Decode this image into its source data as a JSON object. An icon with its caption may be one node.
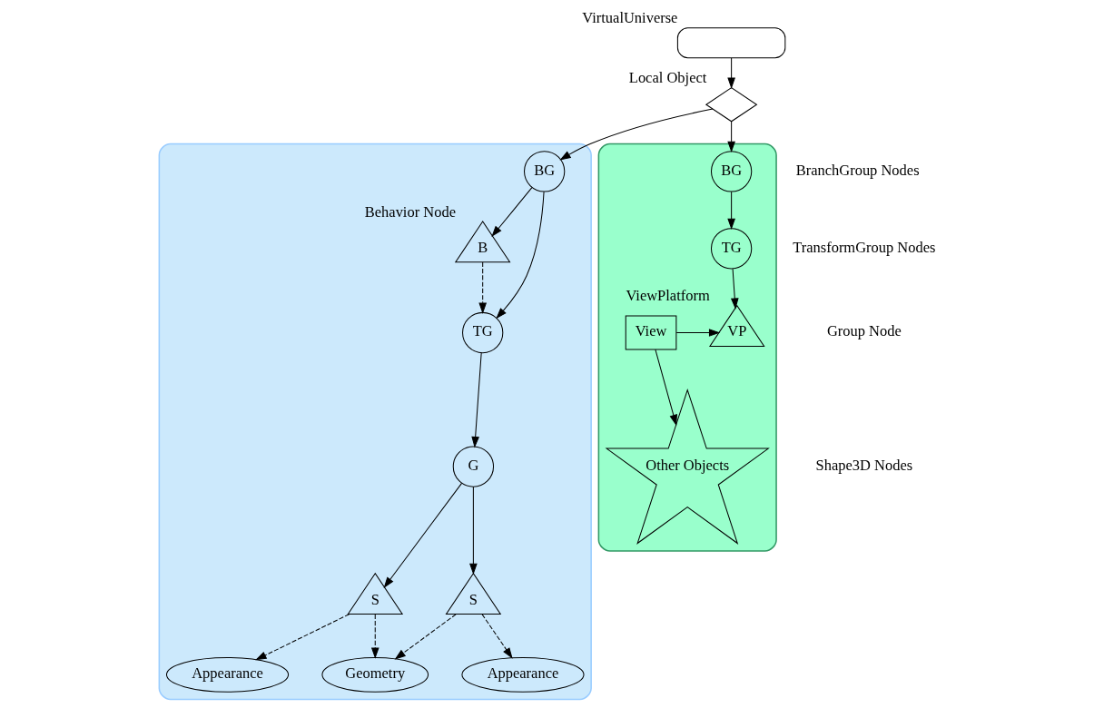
{
  "diagram": {
    "nodes": [
      {
        "text": [],
        "shape": "box",
        "beside": [
          "VirtualUniverse"
        ]
      },
      {
        "text": [],
        "shape": "diamond",
        "beside": [
          "Local Object"
        ]
      },
      {
        "text": [],
        "shape": "cloud"
      },
      {
        "text": [
          "BG"
        ],
        "in": 2
      },
      {
        "text": [
          "B"
        ],
        "in": 2,
        "beside": [
          "Behavior Node"
        ]
      },
      {
        "text": [
          "TG"
        ],
        "in": 2
      },
      {
        "text": [
          "G"
        ],
        "in": 2
      },
      {
        "text": [
          "S"
        ],
        "in": 2
      },
      {
        "text": [
          "S"
        ],
        "in": 2
      },
      {
        "text": [
          "Appearance"
        ],
        "in": 2
      },
      {
        "text": [
          "Geometry"
        ],
        "in": 2
      },
      {
        "text": [
          "Appearance"
        ],
        "in": 2
      },
      {
        "text": [],
        "shape": "cloud"
      },
      {
        "text": [
          "BG"
        ],
        "in": 12
      },
      {
        "text": [
          "TG"
        ],
        "in": 12
      },
      {
        "text": [
          "VP"
        ],
        "in": 12,
        "beside": [
          "ViewPlatform"
        ]
      },
      {
        "text": [
          "View"
        ],
        "in": 12
      },
      {
        "text": [
          "Other Objects"
        ],
        "in": 12
      }
    ],
    "edges": [
      {
        "from": 0,
        "to": 1,
        "arrow": "to"
      },
      {
        "from": 1,
        "to": 3,
        "arrow": "to"
      },
      {
        "from": 1,
        "to": 13,
        "arrow": "to"
      },
      {
        "from": 3,
        "to": 4,
        "arrow": "to"
      },
      {
        "from": 3,
        "to": 5,
        "arrow": "to"
      },
      {
        "from": 4,
        "to": 5,
        "arrow": "to",
        "style": "dashed"
      },
      {
        "from": 5,
        "to": 6,
        "arrow": "to"
      },
      {
        "from": 6,
        "to": 7,
        "arrow": "to"
      },
      {
        "from": 6,
        "to": 8,
        "arrow": "to"
      },
      {
        "from": 7,
        "to": 9,
        "arrow": "to",
        "style": "dashed"
      },
      {
        "from": 7,
        "to": 10,
        "arrow": "to",
        "style": "dashed"
      },
      {
        "from": 8,
        "to": 10,
        "arrow": "to",
        "style": "dashed"
      },
      {
        "from": 8,
        "to": 11,
        "arrow": "to",
        "style": "dashed"
      },
      {
        "from": 13,
        "to": 14,
        "arrow": "to"
      },
      {
        "from": 14,
        "to": 15,
        "arrow": "to"
      },
      {
        "from": 16,
        "to": 15,
        "arrow": "to"
      },
      {
        "from": 16,
        "to": 17,
        "arrow": "to"
      }
    ],
    "labels": [
      "BranchGroup Nodes",
      "TransformGroup Nodes",
      "Group Node",
      "Shape3D Nodes"
    ]
  }
}
